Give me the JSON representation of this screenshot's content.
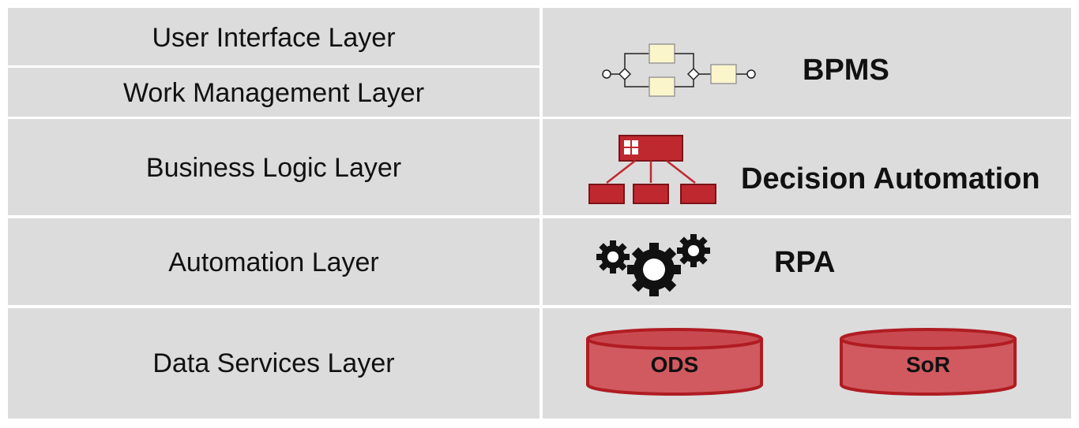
{
  "layers": [
    {
      "label": "User Interface Layer"
    },
    {
      "label": "Work Management Layer"
    },
    {
      "label": "Business Logic Layer"
    },
    {
      "label": "Automation Layer"
    },
    {
      "label": "Data Services Layer"
    }
  ],
  "technologies": {
    "bpms": {
      "label": "BPMS",
      "icon": "bpmn-process-icon"
    },
    "decision": {
      "label": "Decision Automation",
      "icon": "decision-tree-icon"
    },
    "rpa": {
      "label": "RPA",
      "icon": "gears-icon"
    },
    "data": {
      "ods": {
        "label": "ODS"
      },
      "sor": {
        "label": "SoR"
      }
    }
  },
  "colors": {
    "cell_background": "#dcdcdc",
    "accent_red": "#c0282f",
    "database_fill": "#d05a5f",
    "gear": "#111111"
  }
}
